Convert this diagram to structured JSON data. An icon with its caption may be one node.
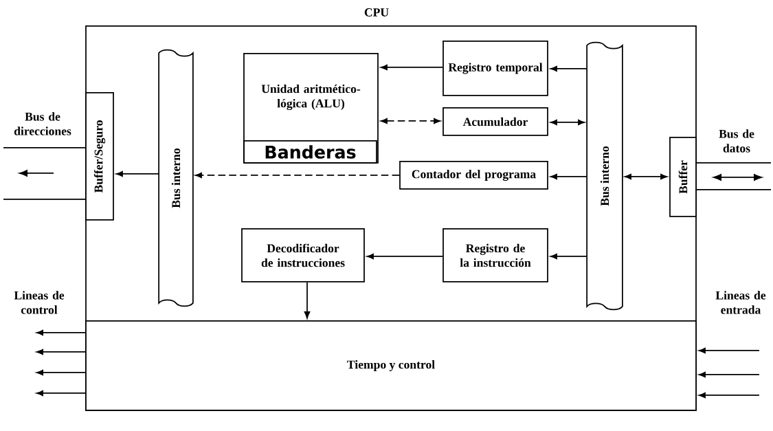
{
  "diagram": {
    "nodes": [
      {
        "text": [
          "CPU"
        ]
      },
      {
        "text": [
          "Buffer/Seguro"
        ],
        "in": 0,
        "beside": [
          "Bus de direcciones"
        ]
      },
      {
        "text": [
          "Bus interno"
        ],
        "in": 0
      },
      {
        "text": [
          "Unidad aritmético-lógica (ALU)"
        ],
        "in": 0
      },
      {
        "text": [
          "Banderas"
        ],
        "in": 3
      },
      {
        "text": [
          "Registro temporal"
        ],
        "in": 0
      },
      {
        "text": [
          "Acumulador"
        ],
        "in": 0
      },
      {
        "text": [
          "Contador del programa"
        ],
        "in": 0
      },
      {
        "text": [
          "Bus interno"
        ],
        "in": 0
      },
      {
        "text": [
          "Buffer"
        ],
        "in": 0,
        "beside": [
          "Bus de datos"
        ]
      },
      {
        "text": [
          "Registro de la instrucción"
        ],
        "in": 0
      },
      {
        "text": [
          "Decodificador de instrucciones"
        ],
        "in": 0
      },
      {
        "text": [
          "Tiempo y control"
        ],
        "in": 0,
        "beside": [
          "Lineas de control",
          "Lineas de entrada"
        ]
      }
    ],
    "edges": [
      {
        "from": 2,
        "to": 1,
        "arrow": "to"
      },
      {
        "from": 7,
        "to": 2,
        "arrow": "to",
        "style": "dashed"
      },
      {
        "from": 5,
        "to": 3,
        "arrow": "to"
      },
      {
        "from": 8,
        "to": 5,
        "arrow": "to"
      },
      {
        "from": 3,
        "to": 6,
        "arrow": "both",
        "style": "dashed"
      },
      {
        "from": 6,
        "to": 8,
        "arrow": "both"
      },
      {
        "from": 8,
        "to": 7,
        "arrow": "to"
      },
      {
        "from": 8,
        "to": 9,
        "arrow": "both"
      },
      {
        "from": 8,
        "to": 10,
        "arrow": "to"
      },
      {
        "from": 10,
        "to": 11,
        "arrow": "to"
      },
      {
        "from": 11,
        "to": 12,
        "arrow": "to"
      },
      {
        "from": 12,
        "to": null,
        "arrow": "to"
      },
      {
        "from": 12,
        "to": null,
        "arrow": "to"
      },
      {
        "from": 12,
        "to": null,
        "arrow": "to"
      },
      {
        "from": 12,
        "to": null,
        "arrow": "to"
      },
      {
        "from": null,
        "to": 12,
        "arrow": "to"
      },
      {
        "from": null,
        "to": 12,
        "arrow": "to"
      },
      {
        "from": null,
        "to": 12,
        "arrow": "to"
      }
    ]
  }
}
